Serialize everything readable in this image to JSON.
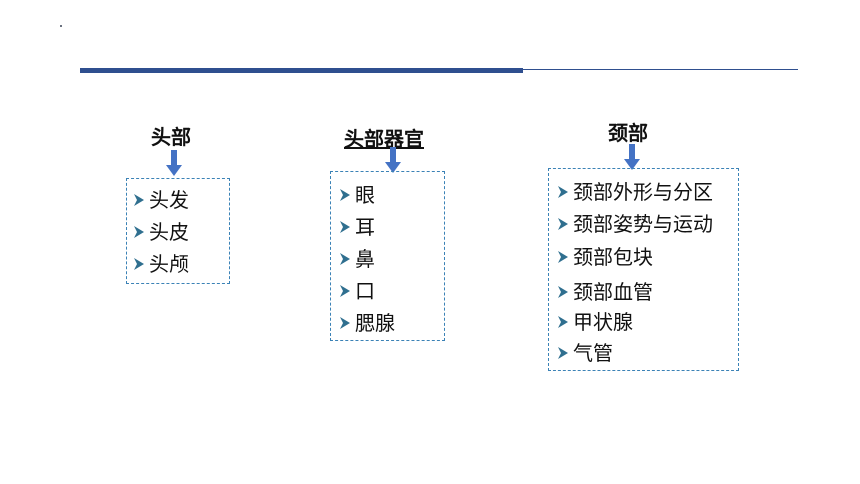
{
  "headings": {
    "head": "头部",
    "head_organs": "头部器官",
    "neck": "颈部"
  },
  "head_items": [
    "头发",
    "头皮",
    "头颅"
  ],
  "organ_items": [
    "眼",
    "耳",
    "鼻",
    "口",
    "腮腺"
  ],
  "neck_items": [
    "颈部外形与分区",
    "颈部姿势与运动",
    "颈部包块",
    "颈部血管",
    "甲状腺",
    "气管"
  ],
  "colors": {
    "rule": "#2f4f8f",
    "arrow": "#4472c4",
    "box_border": "#3b82b6",
    "bullet": "#2f6f8f"
  },
  "icons": {
    "bullet": "triangle-bullet-icon",
    "connector": "down-arrow-icon"
  }
}
